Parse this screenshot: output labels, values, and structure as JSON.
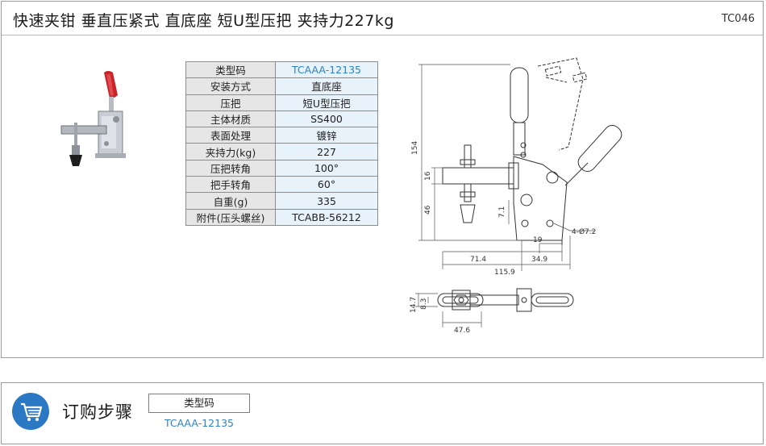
{
  "header": {
    "title": "快速夹钳   垂直压紧式   直底座   短U型压把   夹持力227kg",
    "code": "TC046"
  },
  "spec_table": [
    {
      "key": "类型码",
      "value": "TCAAA-12135",
      "link": true
    },
    {
      "key": "安装方式",
      "value": "直底座"
    },
    {
      "key": "压把",
      "value": "短U型压把"
    },
    {
      "key": "主体材质",
      "value": "SS400"
    },
    {
      "key": "表面处理",
      "value": "镀锌"
    },
    {
      "key": "夹持力(kg)",
      "value": "227"
    },
    {
      "key": "压把转角",
      "value": "100°"
    },
    {
      "key": "把手转角",
      "value": "60°"
    },
    {
      "key": "自重(g)",
      "value": "335"
    },
    {
      "key": "附件(压头螺丝)",
      "value": "TCABB-56212"
    }
  ],
  "drawing": {
    "dim_154": "154",
    "dim_16": "16",
    "dim_46": "46",
    "dim_7_1": "7.1",
    "dim_19": "19",
    "dim_34_9": "34.9",
    "dim_71_4": "71.4",
    "dim_115_9": "115.9",
    "dim_hole": "4-Ø7.2",
    "dim_14_7": "14.7",
    "dim_8_3": "8.3",
    "dim_47_6": "47.6"
  },
  "order": {
    "label": "订购步骤",
    "select_label": "类型码",
    "select_value": "TCAAA-12135",
    "icon": "shopping-cart-icon",
    "icon_color": "#2b78c5"
  }
}
